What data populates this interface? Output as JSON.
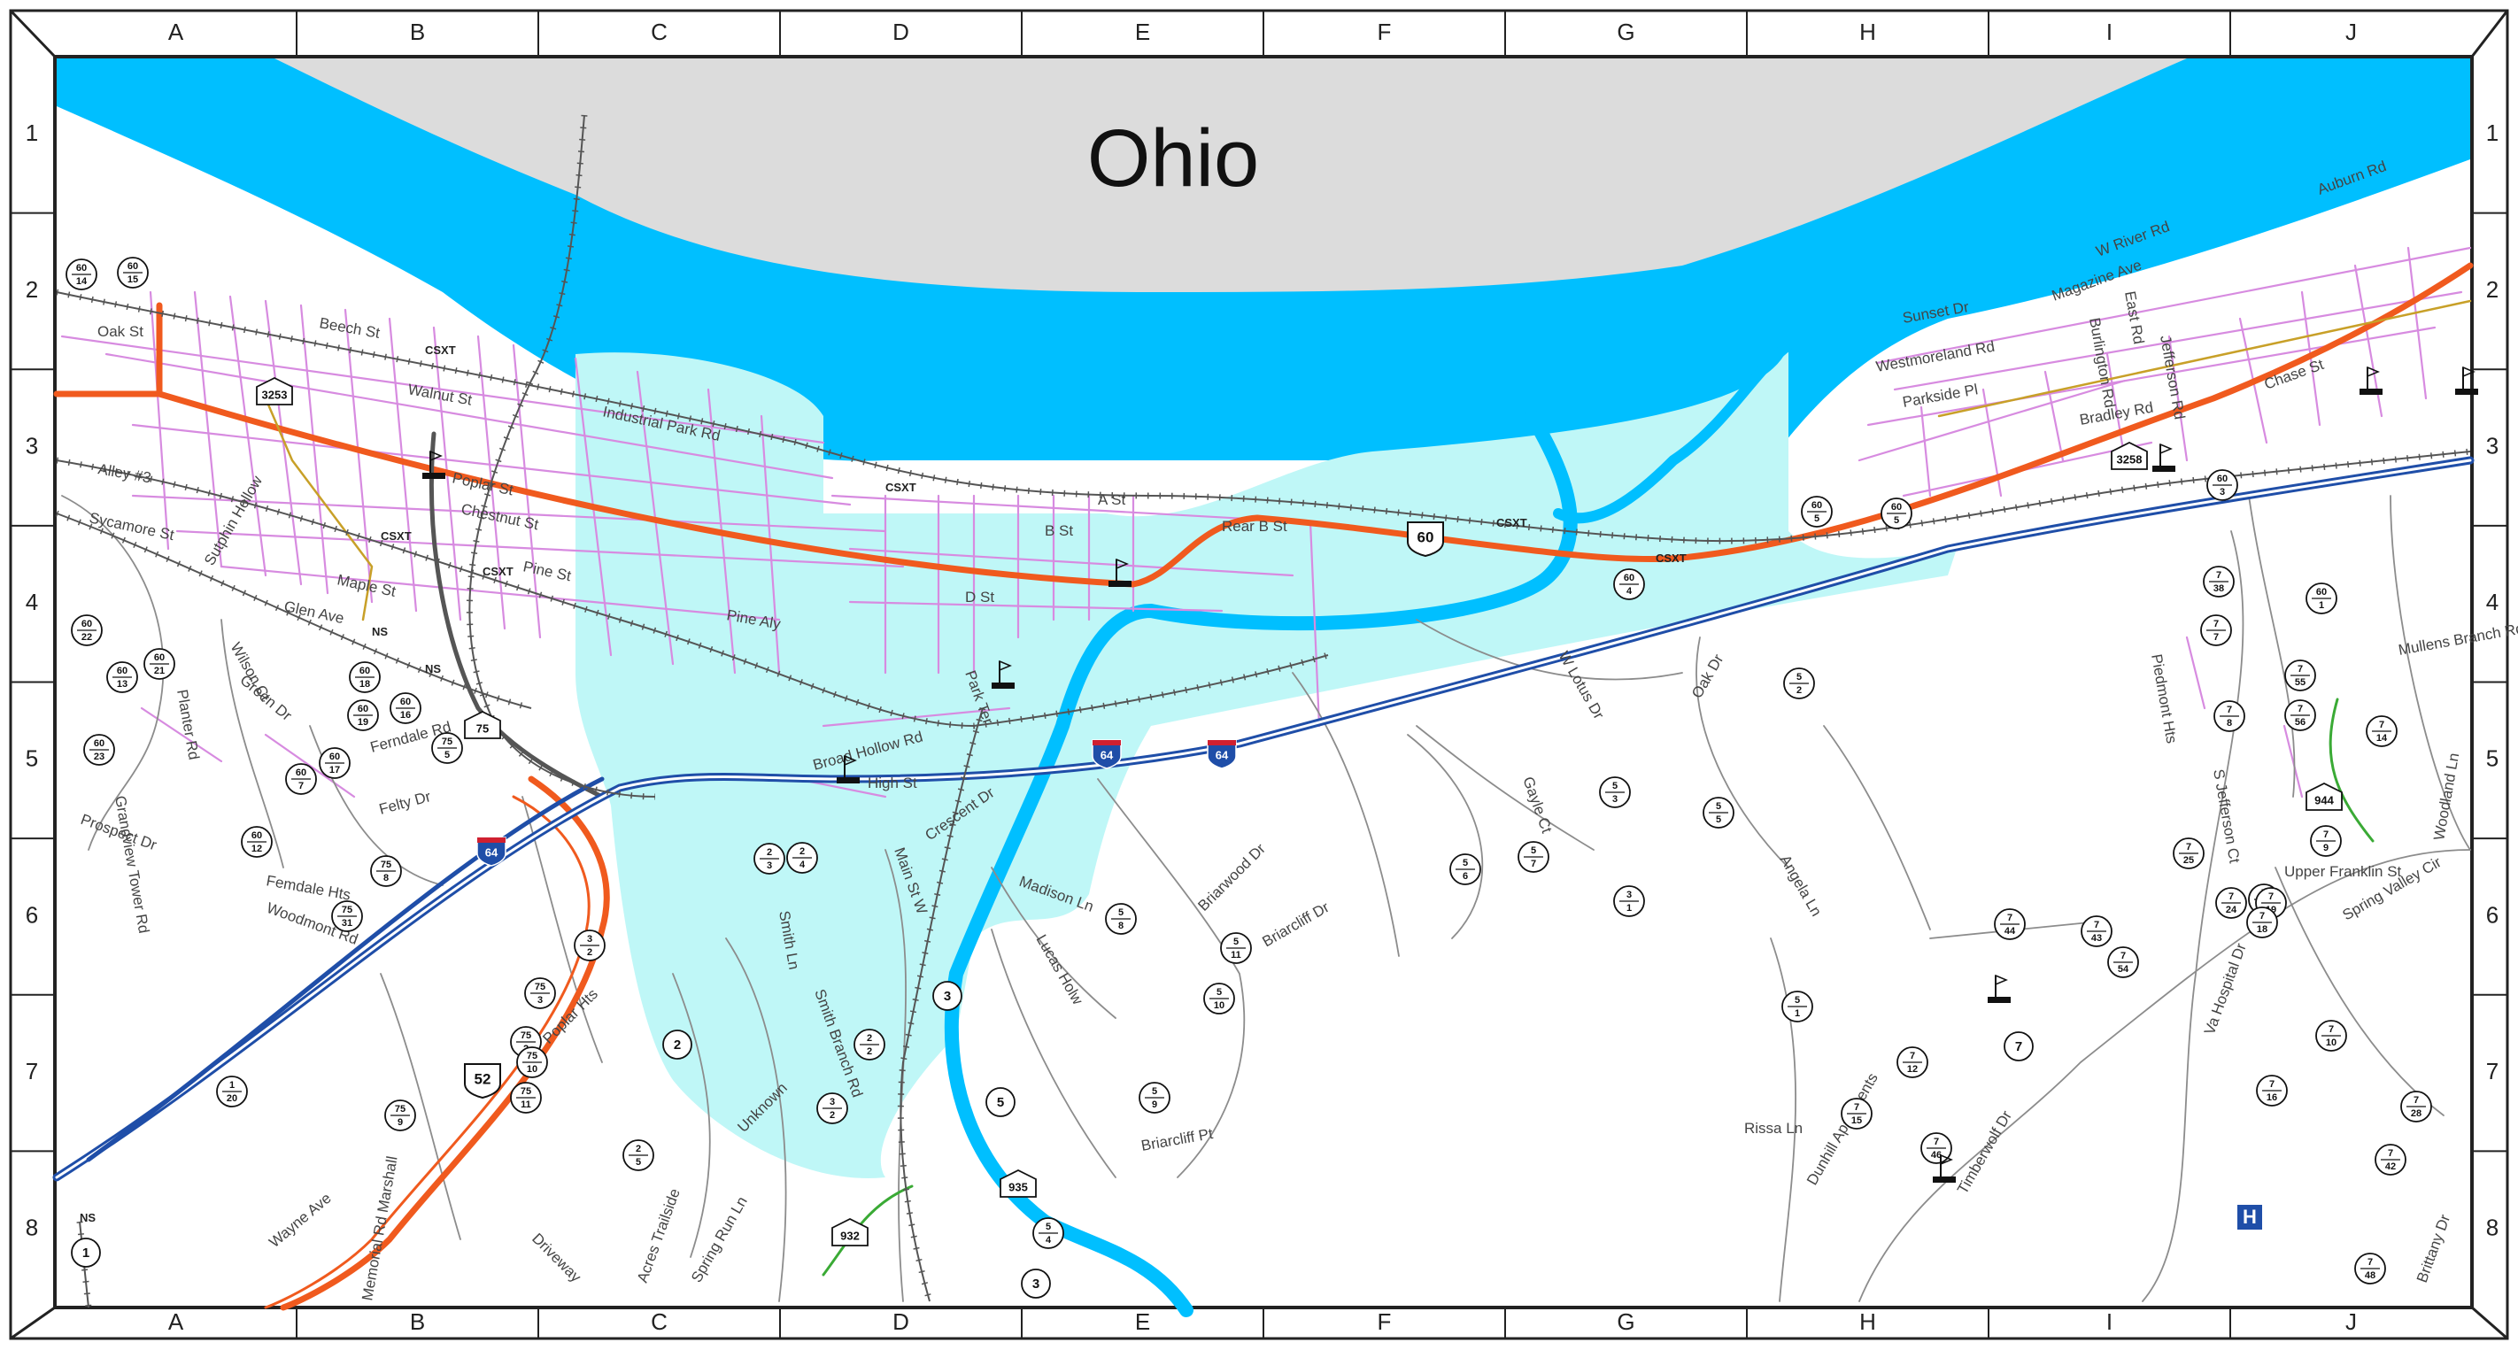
{
  "map": {
    "state_label": "Ohio",
    "grid_columns": [
      "A",
      "B",
      "C",
      "D",
      "E",
      "F",
      "G",
      "H",
      "I",
      "J"
    ],
    "grid_rows": [
      "1",
      "2",
      "3",
      "4",
      "5",
      "6",
      "7",
      "8"
    ],
    "colors": {
      "river": "#00BFFF",
      "river_land": "#DCDCDC",
      "city_area": "#BFF7F7",
      "interstate": "#1F4EA8",
      "us_route": "#F05A1E",
      "local_street": "#D78BE0",
      "rural_road": "#8C8C8C",
      "trail": "#3AAA35"
    },
    "railroad_labels": [
      "CSXT",
      "CSXT",
      "CSXT",
      "CSXT",
      "CSXT",
      "CSXT",
      "NS",
      "NS",
      "NS"
    ],
    "street_labels": [
      "Oak St",
      "Beech St",
      "Walnut St",
      "Industrial Park Rd",
      "Poplar St",
      "Chestnut St",
      "Pine St",
      "Alley #3",
      "Sycamore St",
      "Maple St",
      "Glen Ave",
      "Pine Aly",
      "A St",
      "B St",
      "Rear B St",
      "D St",
      "High St",
      "Crescent Dr",
      "Madison Ln",
      "Lucas Holw",
      "Briarwood Dr",
      "Briarcliff Dr",
      "Briarcliff Pt",
      "Oak Dr",
      "W Lotus Dr",
      "Gayle Ct",
      "Angela Ln",
      "Rissa Ln",
      "Dunhill Apartments",
      "Timberwolf Dr",
      "Sunset Dr",
      "Westmoreland Rd",
      "Parkside Pl",
      "Magazine Ave",
      "W River Rd",
      "East Rd",
      "Jefferson Rd",
      "Burlington Rd",
      "Bradley Rd",
      "Chase St",
      "Auburn Rd",
      "Mullens Branch Rd",
      "Upper Franklin St",
      "Spring Valley Cir",
      "Va Hospital Dr",
      "Piedmont Hts",
      "S Jefferson Ct",
      "Woodland Ln",
      "Brittany Dr",
      "Femdale Hts",
      "Woodmont Rd",
      "Grandview Tower Rd",
      "Prospect Dr",
      "Green Dr",
      "Wilson Ct",
      "Planter Rd",
      "Ferndale Rd",
      "Felty Dr",
      "Smith Ln",
      "Smith Branch Rd",
      "Poplar Hts",
      "Wayne Ave",
      "Memorial Rd Marshall",
      "Driveway",
      "Acres Trailside",
      "Spring Run Ln",
      "Unknown",
      "Sutphin Hollow",
      "Broad Hollow Rd",
      "Park Ter",
      "Main St W"
    ],
    "route_shields": [
      {
        "type": "interstate",
        "label": "64"
      },
      {
        "type": "interstate",
        "label": "64"
      },
      {
        "type": "interstate",
        "label": "64"
      },
      {
        "type": "us",
        "label": "60"
      },
      {
        "type": "us",
        "label": "52"
      },
      {
        "type": "state",
        "label": "75"
      },
      {
        "type": "state",
        "label": "3253"
      },
      {
        "type": "state",
        "label": "3258"
      },
      {
        "type": "state",
        "label": "932"
      },
      {
        "type": "state",
        "label": "935"
      },
      {
        "type": "state",
        "label": "944"
      },
      {
        "type": "county",
        "label": "1"
      },
      {
        "type": "county",
        "label": "2"
      },
      {
        "type": "county",
        "label": "3"
      },
      {
        "type": "county",
        "label": "3"
      },
      {
        "type": "county",
        "label": "5"
      },
      {
        "type": "county",
        "label": "7"
      },
      {
        "type": "county-fraction",
        "top": "60",
        "bottom": "14"
      },
      {
        "type": "county-fraction",
        "top": "60",
        "bottom": "15"
      },
      {
        "type": "county-fraction",
        "top": "60",
        "bottom": "22"
      },
      {
        "type": "county-fraction",
        "top": "60",
        "bottom": "13"
      },
      {
        "type": "county-fraction",
        "top": "60",
        "bottom": "21"
      },
      {
        "type": "county-fraction",
        "top": "60",
        "bottom": "23"
      },
      {
        "type": "county-fraction",
        "top": "60",
        "bottom": "7"
      },
      {
        "type": "county-fraction",
        "top": "60",
        "bottom": "17"
      },
      {
        "type": "county-fraction",
        "top": "60",
        "bottom": "18"
      },
      {
        "type": "county-fraction",
        "top": "60",
        "bottom": "19"
      },
      {
        "type": "county-fraction",
        "top": "60",
        "bottom": "16"
      },
      {
        "type": "county-fraction",
        "top": "60",
        "bottom": "12"
      },
      {
        "type": "county-fraction",
        "top": "60",
        "bottom": "5"
      },
      {
        "type": "county-fraction",
        "top": "60",
        "bottom": "5"
      },
      {
        "type": "county-fraction",
        "top": "60",
        "bottom": "4"
      },
      {
        "type": "county-fraction",
        "top": "60",
        "bottom": "3"
      },
      {
        "type": "county-fraction",
        "top": "60",
        "bottom": "1"
      },
      {
        "type": "county-fraction",
        "top": "75",
        "bottom": "5"
      },
      {
        "type": "county-fraction",
        "top": "75",
        "bottom": "8"
      },
      {
        "type": "county-fraction",
        "top": "75",
        "bottom": "31"
      },
      {
        "type": "county-fraction",
        "top": "75",
        "bottom": "3"
      },
      {
        "type": "county-fraction",
        "top": "75",
        "bottom": "2"
      },
      {
        "type": "county-fraction",
        "top": "75",
        "bottom": "10"
      },
      {
        "type": "county-fraction",
        "top": "75",
        "bottom": "11"
      },
      {
        "type": "county-fraction",
        "top": "75",
        "bottom": "9"
      },
      {
        "type": "county-fraction",
        "top": "1",
        "bottom": "20"
      },
      {
        "type": "county-fraction",
        "top": "3",
        "bottom": "2"
      },
      {
        "type": "county-fraction",
        "top": "3",
        "bottom": "2"
      },
      {
        "type": "county-fraction",
        "top": "2",
        "bottom": "3"
      },
      {
        "type": "county-fraction",
        "top": "2",
        "bottom": "4"
      },
      {
        "type": "county-fraction",
        "top": "2",
        "bottom": "2"
      },
      {
        "type": "county-fraction",
        "top": "2",
        "bottom": "5"
      },
      {
        "type": "county-fraction",
        "top": "5",
        "bottom": "4"
      },
      {
        "type": "county-fraction",
        "top": "3",
        "bottom": "1"
      },
      {
        "type": "county-fraction",
        "top": "5",
        "bottom": "8"
      },
      {
        "type": "county-fraction",
        "top": "5",
        "bottom": "11"
      },
      {
        "type": "county-fraction",
        "top": "5",
        "bottom": "10"
      },
      {
        "type": "county-fraction",
        "top": "5",
        "bottom": "9"
      },
      {
        "type": "county-fraction",
        "top": "5",
        "bottom": "2"
      },
      {
        "type": "county-fraction",
        "top": "5",
        "bottom": "3"
      },
      {
        "type": "county-fraction",
        "top": "5",
        "bottom": "5"
      },
      {
        "type": "county-fraction",
        "top": "5",
        "bottom": "6"
      },
      {
        "type": "county-fraction",
        "top": "5",
        "bottom": "7"
      },
      {
        "type": "county-fraction",
        "top": "5",
        "bottom": "1"
      },
      {
        "type": "county-fraction",
        "top": "7",
        "bottom": "38"
      },
      {
        "type": "county-fraction",
        "top": "7",
        "bottom": "7"
      },
      {
        "type": "county-fraction",
        "top": "7",
        "bottom": "55"
      },
      {
        "type": "county-fraction",
        "top": "7",
        "bottom": "56"
      },
      {
        "type": "county-fraction",
        "top": "7",
        "bottom": "8"
      },
      {
        "type": "county-fraction",
        "top": "7",
        "bottom": "14"
      },
      {
        "type": "county-fraction",
        "top": "7",
        "bottom": "9"
      },
      {
        "type": "county-fraction",
        "top": "7",
        "bottom": "25"
      },
      {
        "type": "county-fraction",
        "top": "7",
        "bottom": "27"
      },
      {
        "type": "county-fraction",
        "top": "7",
        "bottom": "24"
      },
      {
        "type": "county-fraction",
        "top": "7",
        "bottom": "19"
      },
      {
        "type": "county-fraction",
        "top": "7",
        "bottom": "18"
      },
      {
        "type": "county-fraction",
        "top": "7",
        "bottom": "44"
      },
      {
        "type": "county-fraction",
        "top": "7",
        "bottom": "43"
      },
      {
        "type": "county-fraction",
        "top": "7",
        "bottom": "54"
      },
      {
        "type": "county-fraction",
        "top": "7",
        "bottom": "10"
      },
      {
        "type": "county-fraction",
        "top": "7",
        "bottom": "12"
      },
      {
        "type": "county-fraction",
        "top": "7",
        "bottom": "15"
      },
      {
        "type": "county-fraction",
        "top": "7",
        "bottom": "46"
      },
      {
        "type": "county-fraction",
        "top": "7",
        "bottom": "16"
      },
      {
        "type": "county-fraction",
        "top": "7",
        "bottom": "28"
      },
      {
        "type": "county-fraction",
        "top": "7",
        "bottom": "42"
      },
      {
        "type": "county-fraction",
        "top": "7",
        "bottom": "48"
      }
    ],
    "poi": [
      {
        "type": "hospital",
        "label": "H"
      }
    ]
  }
}
